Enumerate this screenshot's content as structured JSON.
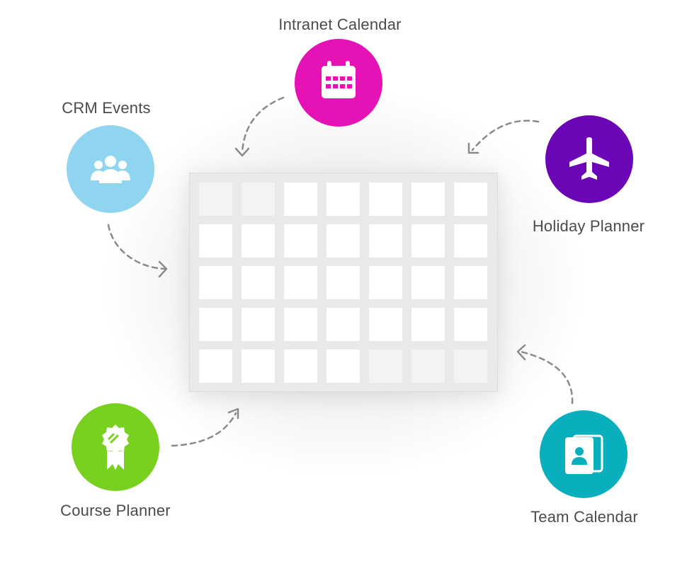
{
  "sources": [
    {
      "id": "intranet",
      "label": "Intranet Calendar",
      "color": "#e512b5",
      "icon": "calendar-icon"
    },
    {
      "id": "crm",
      "label": "CRM Events",
      "color": "#8fd5f0",
      "icon": "users-icon"
    },
    {
      "id": "holiday",
      "label": "Holiday Planner",
      "color": "#6a06b5",
      "icon": "airplane-icon"
    },
    {
      "id": "course",
      "label": "Course Planner",
      "color": "#78d11f",
      "icon": "award-ribbon-icon"
    },
    {
      "id": "team",
      "label": "Team Calendar",
      "color": "#0aafbd",
      "icon": "contact-book-icon"
    }
  ],
  "calendar_grid": {
    "rows": 5,
    "cols": 7,
    "muted_cells": [
      [
        0,
        0
      ],
      [
        0,
        1
      ],
      [
        4,
        4
      ],
      [
        4,
        5
      ],
      [
        4,
        6
      ]
    ]
  },
  "arrow_color": "#8a8a8a"
}
